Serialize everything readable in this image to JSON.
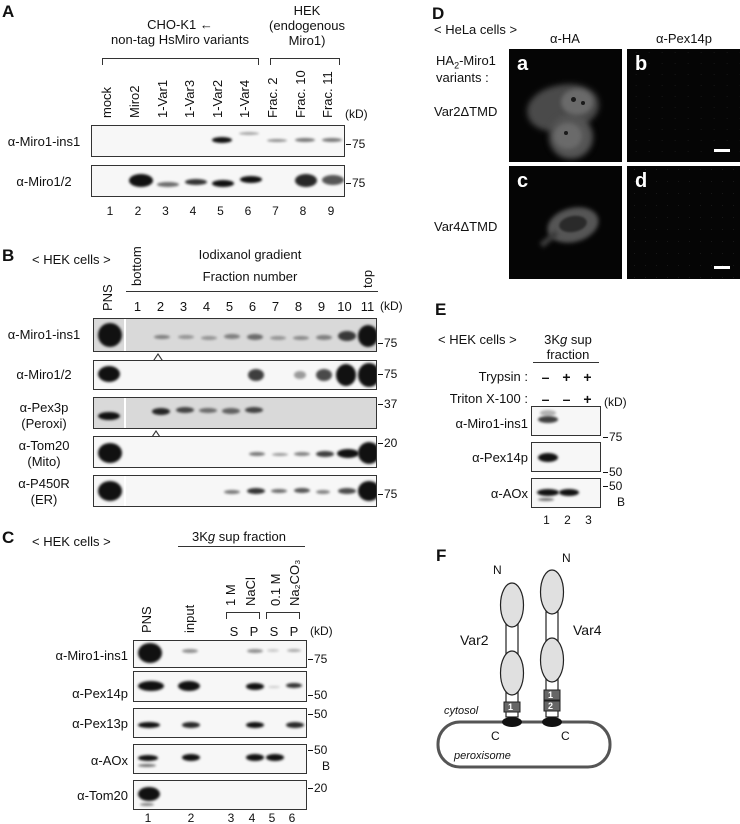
{
  "panels": {
    "A": {
      "label": "A",
      "group1_title": "CHO-K1 ←\nnon-tag HsMiro variants",
      "group1_line1": "CHO-K1 ←",
      "group1_line2": "non-tag HsMiro variants",
      "group2_line1": "HEK",
      "group2_line2": "(endogenous",
      "group2_line3": "Miro1)",
      "lanes": [
        "mock",
        "Miro2",
        "1-Var1",
        "1-Var3",
        "1-Var2",
        "1-Var4",
        "Frac. 2",
        "Frac. 10",
        "Frac. 11"
      ],
      "kd_unit": "(kD)",
      "rows": [
        {
          "antibody": "α-Miro1-ins1",
          "marker": "75"
        },
        {
          "antibody": "α-Miro1/2",
          "marker": "75"
        }
      ],
      "lane_numbers": [
        "1",
        "2",
        "3",
        "4",
        "5",
        "6",
        "7",
        "8",
        "9"
      ]
    },
    "B": {
      "label": "B",
      "cell_label": "< HEK cells >",
      "gradient_title": "Iodixanol gradient",
      "fraction_title": "Fraction number",
      "bottom_label": "bottom",
      "top_label": "top",
      "pns_label": "PNS",
      "fractions": [
        "1",
        "2",
        "3",
        "4",
        "5",
        "6",
        "7",
        "8",
        "9",
        "10",
        "11"
      ],
      "kd_unit": "(kD)",
      "rows": [
        {
          "antibody": "α-Miro1-ins1",
          "sub": "",
          "marker": "75"
        },
        {
          "antibody": "α-Miro1/2",
          "sub": "",
          "marker": "75"
        },
        {
          "antibody": "α-Pex3p",
          "sub": "(Peroxi)",
          "marker": "37"
        },
        {
          "antibody": "α-Tom20",
          "sub": "(Mito)",
          "marker": "20"
        },
        {
          "antibody": "α-P450R",
          "sub": "(ER)",
          "marker": "75"
        }
      ]
    },
    "C": {
      "label": "C",
      "cell_label": "< HEK cells >",
      "fraction_title_pre": "3K",
      "fraction_title_g": "g",
      "fraction_title_post": " sup fraction",
      "lanes_top": [
        "PNS",
        "input"
      ],
      "nacl_label_1": "1 M",
      "nacl_label_2": "NaCl",
      "na2co3_label_1": "0.1 M",
      "na2co3_label_2": "Na₂CO₃",
      "sp": [
        "S",
        "P",
        "S",
        "P"
      ],
      "kd_unit": "(kD)",
      "rows": [
        {
          "antibody": "α-Miro1-ins1",
          "marker": "75"
        },
        {
          "antibody": "α-Pex14p",
          "marker": "50"
        },
        {
          "antibody": "α-Pex13p",
          "marker": "50"
        },
        {
          "antibody": "α-AOx",
          "marker": "50",
          "extra": "B"
        },
        {
          "antibody": "α-Tom20",
          "marker": "20"
        }
      ],
      "lane_numbers": [
        "1",
        "2",
        "3",
        "4",
        "5",
        "6"
      ]
    },
    "D": {
      "label": "D",
      "cell_label": "< HeLa cells >",
      "col_ha": "α-HA",
      "col_pex14": "α-Pex14p",
      "construct_line1": "HA₂-Miro1",
      "construct_line2": "variants :",
      "row1": "Var2ΔTMD",
      "row2": "Var4ΔTMD",
      "sub_a": "a",
      "sub_b": "b",
      "sub_c": "c",
      "sub_d": "d"
    },
    "E": {
      "label": "E",
      "cell_label": "< HEK cells >",
      "fraction_line1_pre": "3K",
      "fraction_line1_g": "g",
      "fraction_line1_post": " sup",
      "fraction_line2": "fraction",
      "trypsin_label": "Trypsin :",
      "triton_label": "Triton X-100 :",
      "trypsin": [
        "–",
        "+",
        "+"
      ],
      "triton": [
        "–",
        "–",
        "+"
      ],
      "kd_unit": "(kD)",
      "rows": [
        {
          "antibody": "α-Miro1-ins1",
          "marker": "75"
        },
        {
          "antibody": "α-Pex14p",
          "marker": "50"
        },
        {
          "antibody": "α-AOx",
          "marker": "50",
          "extra": "B"
        }
      ],
      "lane_numbers": [
        "1",
        "2",
        "3"
      ]
    },
    "F": {
      "label": "F",
      "var2": "Var2",
      "var4": "Var4",
      "n_label": "N",
      "c_label": "C",
      "cytosol": "cytosol",
      "peroxisome": "peroxisome",
      "tmd_1": "1",
      "tmd_2": "2"
    }
  }
}
